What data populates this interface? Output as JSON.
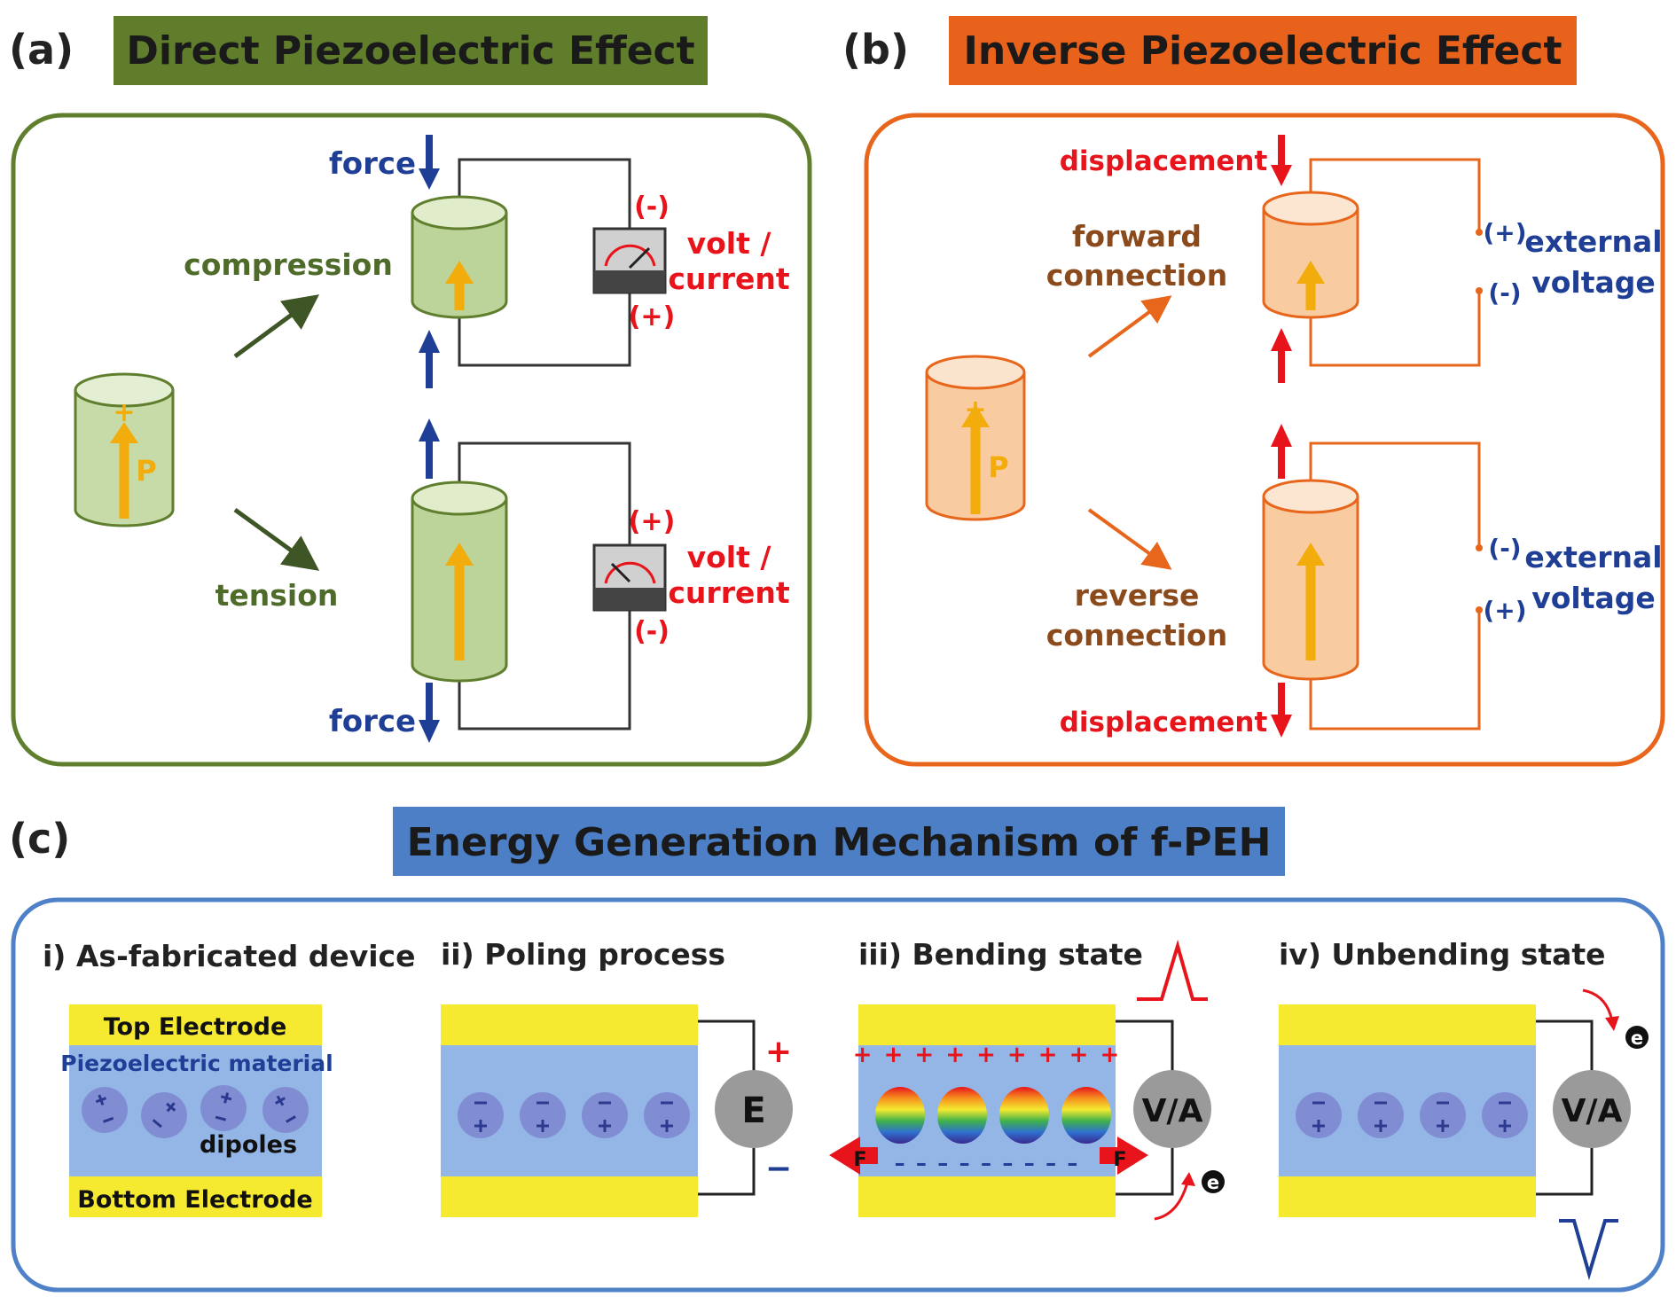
{
  "colors": {
    "green": "#5f7f2e",
    "green_title": "#5f7d2b",
    "orange": "#e8661b",
    "orange_title": "#e8621c",
    "blue": "#4f81c8",
    "blue_title": "#4d7fc6",
    "navy": "#1f3e96",
    "red": "#e8141c",
    "label_green": "#4e6b2a",
    "label_brown": "#8a4a1c",
    "yellow": "#f5ea2f",
    "material": "#93b6e6",
    "meter": "#d0d0d0",
    "arrow_gold": "#f2ad0c"
  },
  "panel_a": {
    "tag": "(a)",
    "title": "Direct Piezoelectric Effect",
    "force_top": "force",
    "force_bottom": "force",
    "compression": "compression",
    "tension": "tension",
    "volt_top_1": "volt /",
    "volt_top_2": "current",
    "volt_bot_1": "volt /",
    "volt_bot_2": "current",
    "sign_top_upper": "(-)",
    "sign_top_lower": "(+)",
    "sign_bot_upper": "(+)",
    "sign_bot_lower": "(-)",
    "cyl_plus": "+",
    "cyl_minus": "-",
    "cyl_p": "P"
  },
  "panel_b": {
    "tag": "(b)",
    "title": "Inverse Piezoelectric Effect",
    "displacement_top": "displacement",
    "displacement_bottom": "displacement",
    "forward_1": "forward",
    "forward_2": "connection",
    "reverse_1": "reverse",
    "reverse_2": "connection",
    "ext_top_1": "external",
    "ext_top_2": "voltage",
    "ext_bot_1": "external",
    "ext_bot_2": "voltage",
    "sign_top_upper": "(+)",
    "sign_top_lower": "(-)",
    "sign_bot_upper": "(-)",
    "sign_bot_lower": "(+)",
    "cyl_plus": "+",
    "cyl_minus": "-",
    "cyl_p": "P"
  },
  "panel_c": {
    "tag": "(c)",
    "title": "Energy Generation Mechanism of f-PEH",
    "step1": "i) As-fabricated device",
    "step2": "ii) Poling process",
    "step3": "iii) Bending state",
    "step4": "iv) Unbending state",
    "top_electrode": "Top Electrode",
    "piezo_material": "Piezoelectric material",
    "dipoles": "dipoles",
    "bottom_electrode": "Bottom Electrode",
    "source_e": "E",
    "meter_va_1": "V/A",
    "meter_va_2": "V/A",
    "plus": "+",
    "minus": "−",
    "force_f_left": "F",
    "force_f_right": "F",
    "electron_1": "e",
    "electron_2": "e",
    "charges_plus": "+ + + + + + + + +",
    "charges_minus": "– – – – – – – – –"
  }
}
